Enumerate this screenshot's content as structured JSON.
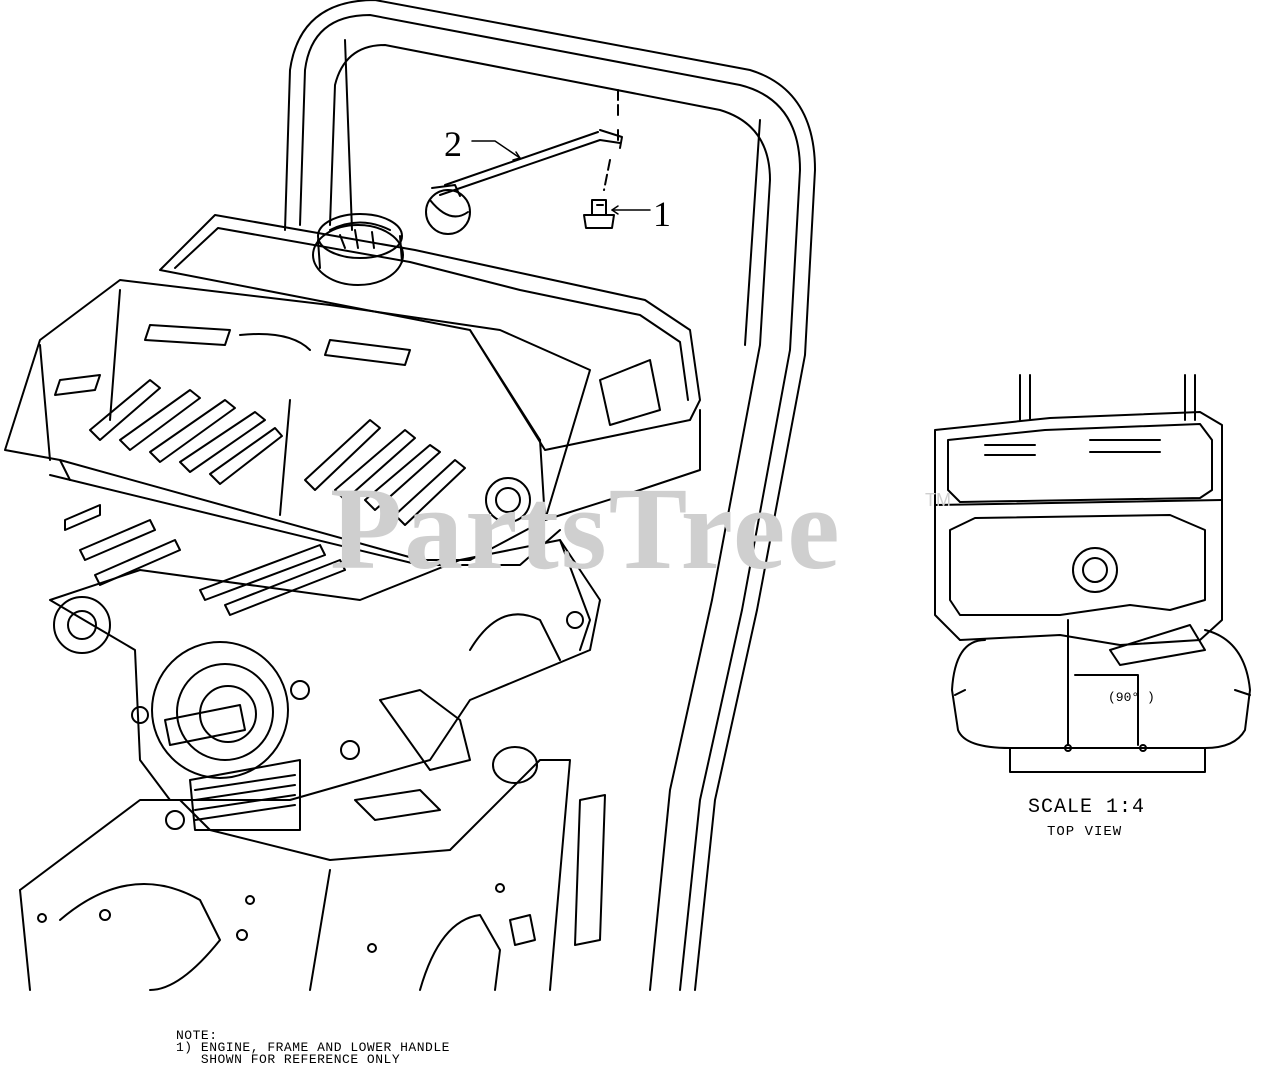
{
  "callouts": {
    "part_1": "1",
    "part_2": "2"
  },
  "watermark": {
    "text": "PartsTree",
    "tm": "TM"
  },
  "inset": {
    "scale": "SCALE 1:4",
    "view": "TOP VIEW",
    "angle": "(90° )"
  },
  "note": {
    "title": "NOTE:",
    "line1": "1) ENGINE, FRAME AND LOWER HANDLE",
    "line2": "   SHOWN FOR REFERENCE ONLY"
  }
}
